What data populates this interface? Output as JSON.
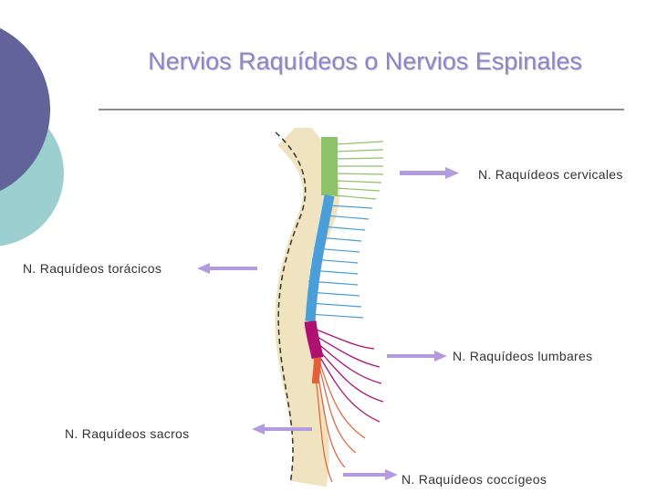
{
  "slide": {
    "title": "Nervios Raquídeos o Nervios Espinales"
  },
  "labels": {
    "cervical": "N. Raquídeos cervicales",
    "thoracic": "N. Raquídeos torácicos",
    "lumbar": "N. Raquídeos lumbares",
    "sacral": "N. Raquídeos sacros",
    "coccygeal": "N. Raquídeos coccígeos"
  },
  "colors": {
    "title": "#8b86c9",
    "circle_dark": "#63639b",
    "circle_light": "#9ccfd0",
    "arrow": "#b39be0",
    "cervical": "#8dc26a",
    "thoracic": "#4a9fd8",
    "lumbar": "#b0106f",
    "sacral": "#e0603a",
    "bone": "#f0e3c0"
  }
}
